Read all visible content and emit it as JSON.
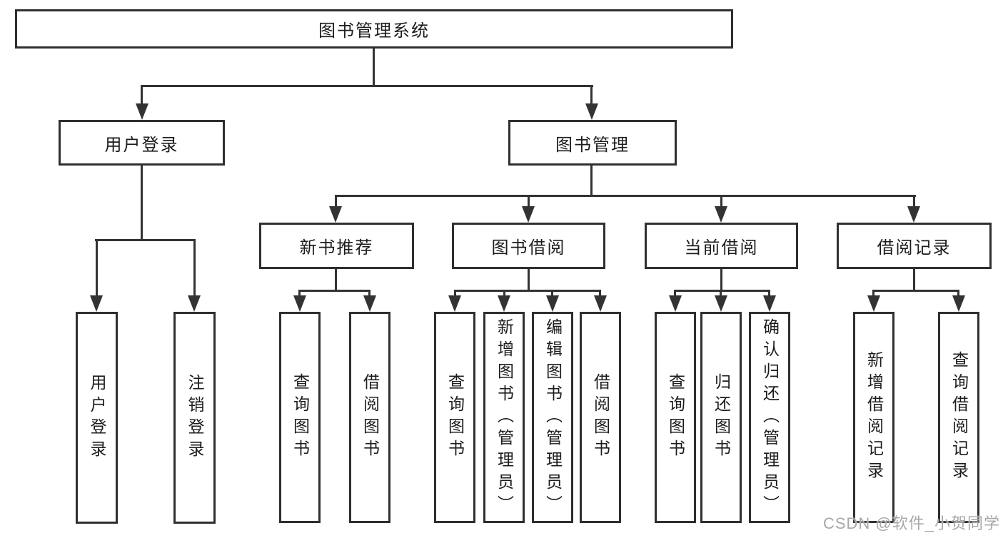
{
  "title": {
    "label": "图书管理系统"
  },
  "tree": {
    "user": {
      "label": "用户登录",
      "children": [
        {
          "label": "用户登录"
        },
        {
          "label": "注销登录"
        }
      ]
    },
    "book": {
      "label": "图书管理",
      "children": [
        {
          "label": "新书推荐",
          "children": [
            {
              "label": "查询图书"
            },
            {
              "label": "借阅图书"
            }
          ]
        },
        {
          "label": "图书借阅",
          "children": [
            {
              "label": "查询图书"
            },
            {
              "label": "新增图书（管理员）"
            },
            {
              "label": "编辑图书（管理员）"
            },
            {
              "label": "借阅图书"
            }
          ]
        },
        {
          "label": "当前借阅",
          "children": [
            {
              "label": "查询图书"
            },
            {
              "label": "归还图书"
            },
            {
              "label": "确认归还（管理员）"
            }
          ]
        },
        {
          "label": "借阅记录",
          "children": [
            {
              "label": "新增借阅记录"
            },
            {
              "label": "查询借阅记录"
            }
          ]
        }
      ]
    }
  },
  "watermark": {
    "text": "CSDN @软件_小贺同学"
  },
  "colors": {
    "line": "#333333",
    "border": "#2f2f2f",
    "text": "#1c1c1c",
    "watermark": "#a8a8a8",
    "background": "#ffffff"
  }
}
